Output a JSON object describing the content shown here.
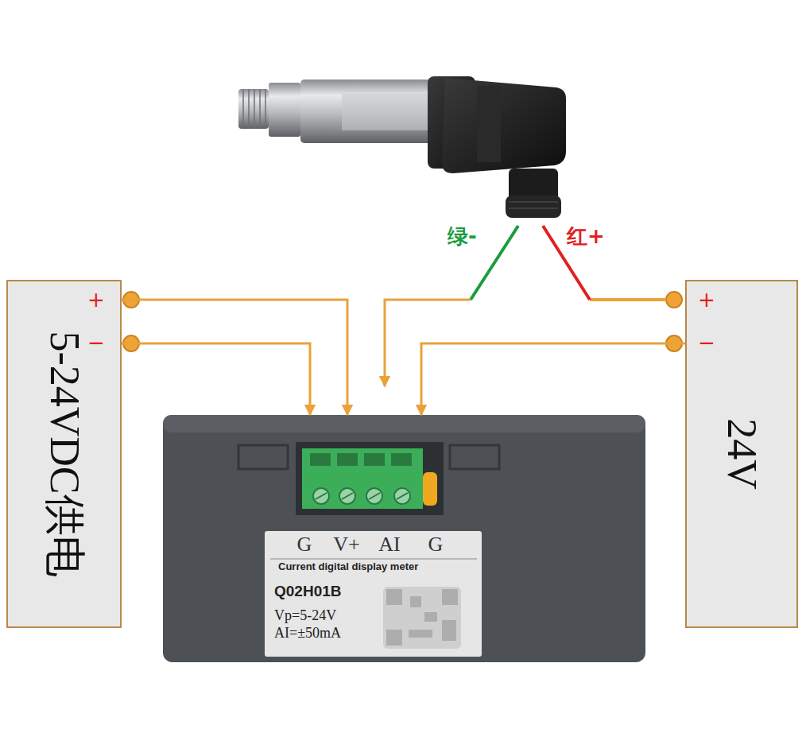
{
  "diagram": {
    "nodes": [
      {
        "text": [
          "5-24VDC供电"
        ]
      },
      {
        "text": [
          "24V"
        ]
      },
      {
        "text": [
          "Current digital display meter",
          "Q02H01B",
          "Vp=5-24V",
          "AI=±50mA"
        ]
      }
    ],
    "edges": [
      {
        "from": 0,
        "to": 2,
        "arrow": "to"
      },
      {
        "from": 0,
        "to": 2,
        "arrow": "to"
      },
      {
        "from": 1,
        "to": 2,
        "arrow": "to"
      }
    ],
    "labels": [
      "绿-",
      "红+",
      "+",
      "−",
      "+",
      "−",
      "G",
      "V+",
      "AI",
      "G"
    ]
  }
}
